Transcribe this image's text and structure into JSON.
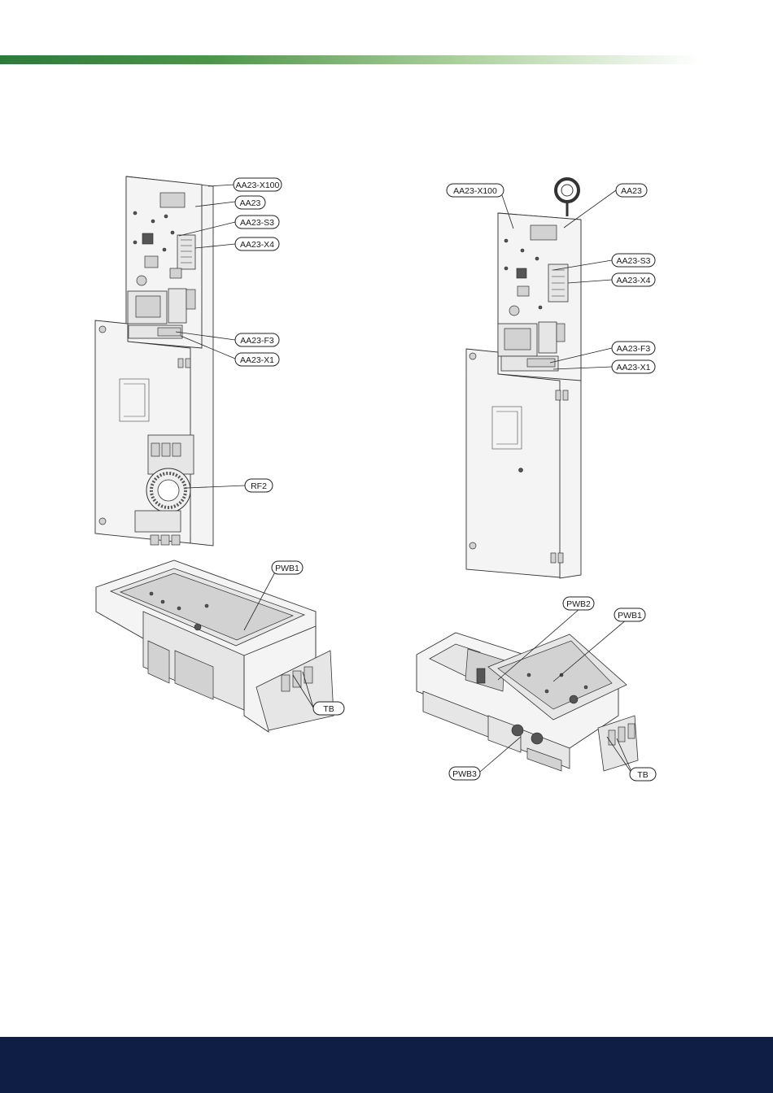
{
  "header": {
    "band_color": "#2e7a3b"
  },
  "footer": {
    "band_color": "#0f1e45"
  },
  "left_diagram": {
    "labels": {
      "x100": "AA23-X100",
      "aa23": "AA23",
      "s3": "AA23-S3",
      "x4": "AA23-X4",
      "f3": "AA23-F3",
      "x1": "AA23-X1",
      "rf2": "RF2",
      "pwb1": "PWB1",
      "tb": "TB"
    }
  },
  "right_diagram": {
    "labels": {
      "x100": "AA23-X100",
      "aa23": "AA23",
      "s3": "AA23-S3",
      "x4": "AA23-X4",
      "f3": "AA23-F3",
      "x1": "AA23-X1",
      "pwb2": "PWB2",
      "pwb1": "PWB1",
      "pwb3": "PWB3",
      "tb": "TB"
    }
  }
}
